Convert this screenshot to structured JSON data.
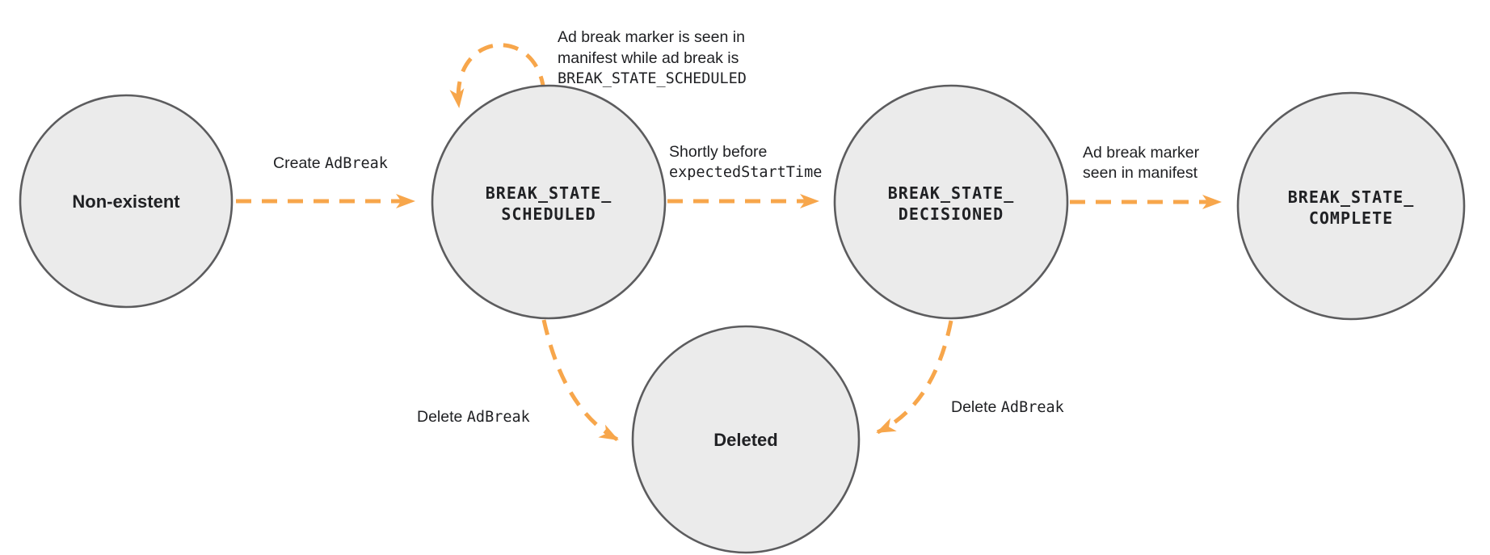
{
  "colors": {
    "arrow": "#f7a64b",
    "node_fill": "#ebebeb",
    "node_stroke": "#5c5c5e",
    "text": "#202124"
  },
  "states": {
    "non_existent": {
      "label": "Non-existent"
    },
    "scheduled": {
      "label_line1": "BREAK_STATE_",
      "label_line2": "SCHEDULED"
    },
    "decisioned": {
      "label_line1": "BREAK_STATE_",
      "label_line2": "DECISIONED"
    },
    "complete": {
      "label_line1": "BREAK_STATE_",
      "label_line2": "COMPLETE"
    },
    "deleted": {
      "label": "Deleted"
    }
  },
  "transitions": {
    "create": {
      "text": "Create ",
      "code": "AdBreak"
    },
    "self_loop": {
      "line1": "Ad break marker is seen in",
      "line2": "manifest while ad break is",
      "line3_code": "BREAK_STATE_SCHEDULED"
    },
    "scheduled_to_decisioned": {
      "text": "Shortly before",
      "code": "expectedStartTime"
    },
    "decisioned_to_complete": {
      "line1": "Ad break marker",
      "line2": "seen in manifest"
    },
    "scheduled_to_deleted": {
      "text": "Delete ",
      "code": "AdBreak"
    },
    "decisioned_to_deleted": {
      "text": "Delete ",
      "code": "AdBreak"
    }
  }
}
